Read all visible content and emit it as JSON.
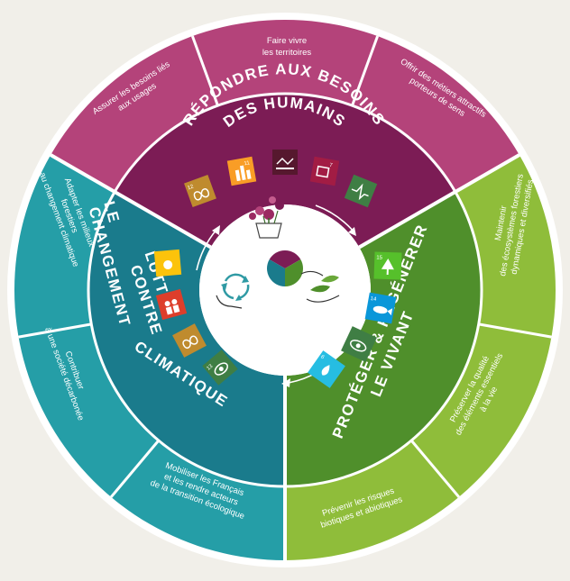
{
  "colors": {
    "background": "#f1efe9",
    "ring": "#ffffff",
    "center": "#ffffff",
    "humains_outer": "#b4437a",
    "humains_inner": "#7c1c55",
    "vivant_outer": "#8fbd3a",
    "vivant_inner": "#4f8f2b",
    "climat_outer": "#259ea7",
    "climat_inner": "#1a7b8c"
  },
  "sectors": {
    "humains": {
      "title_line1": "RÉPONDRE AUX BESOINS",
      "title_line2": "DES HUMAINS",
      "outer_labels": [
        {
          "line1": "Assurer les besoins liés",
          "line2": "aux usages"
        },
        {
          "line1": "Faire vivre",
          "line2": "les territoires"
        },
        {
          "line1": "Offrir des métiers attractifs",
          "line2": "porteurs de sens"
        }
      ],
      "sdg_icons": [
        {
          "number": "12",
          "icon": "infinity-icon",
          "color": "#bf8b2e"
        },
        {
          "number": "11",
          "icon": "city-icon",
          "color": "#f99d26"
        },
        {
          "number": "",
          "icon": "handshake-icon",
          "color": "#56182e"
        },
        {
          "number": "7",
          "icon": "sun-icon",
          "color": "#a21c44"
        },
        {
          "number": "",
          "icon": "heartbeat-icon",
          "color": "#3f7e44"
        }
      ]
    },
    "vivant": {
      "title_line1": "PROTÉGER & RÉGÉNÉRER",
      "title_line2": "LE VIVANT",
      "outer_labels": [
        {
          "line1": "Maintenir",
          "line2": "des écosystèmes forestiers",
          "line3": "dynamiques et diversifiés"
        },
        {
          "line1": "Préserver la qualité",
          "line2": "des éléments essentiels",
          "line3": "à la vie"
        },
        {
          "line1": "Prévenir les risques",
          "line2": "biotiques et abiotiques"
        }
      ],
      "sdg_icons": [
        {
          "number": "15",
          "icon": "tree-icon",
          "color": "#56c02b"
        },
        {
          "number": "14",
          "icon": "fish-icon",
          "color": "#0a97d9"
        },
        {
          "number": "",
          "icon": "eye-icon",
          "color": "#3f7e44"
        },
        {
          "number": "6",
          "icon": "water-drop-icon",
          "color": "#26bde2"
        }
      ]
    },
    "climat": {
      "title_line1": "LUTTER",
      "title_line2": "CONTRE",
      "title_line3": "LE",
      "title_line4": "CHANGEMENT",
      "title_line5": "CLIMATIQUE",
      "outer_labels": [
        {
          "line1": "Adapter les milieux",
          "line2": "forestiers",
          "line3": "au changement climatique"
        },
        {
          "line1": "Contribuer",
          "line2": "à une société décarbonée"
        },
        {
          "line1": "Mobiliser les Français",
          "line2": "et les rendre acteurs",
          "line3": "de la transition écologique"
        }
      ],
      "sdg_icons": [
        {
          "number": "",
          "icon": "sun-icon",
          "color": "#fcc30b"
        },
        {
          "number": "",
          "icon": "people-icon",
          "color": "#dd3e2b"
        },
        {
          "number": "",
          "icon": "infinity-icon",
          "color": "#bf8b2e"
        },
        {
          "number": "13",
          "icon": "globe-eye-icon",
          "color": "#3f7e44"
        }
      ]
    }
  },
  "center": {
    "illustrations": [
      "flowers-icon",
      "recycle-hand-icon",
      "hand-leaf-icon"
    ],
    "pie_colors": [
      "#7c1c55",
      "#4f8f2b",
      "#1a7b8c"
    ]
  }
}
